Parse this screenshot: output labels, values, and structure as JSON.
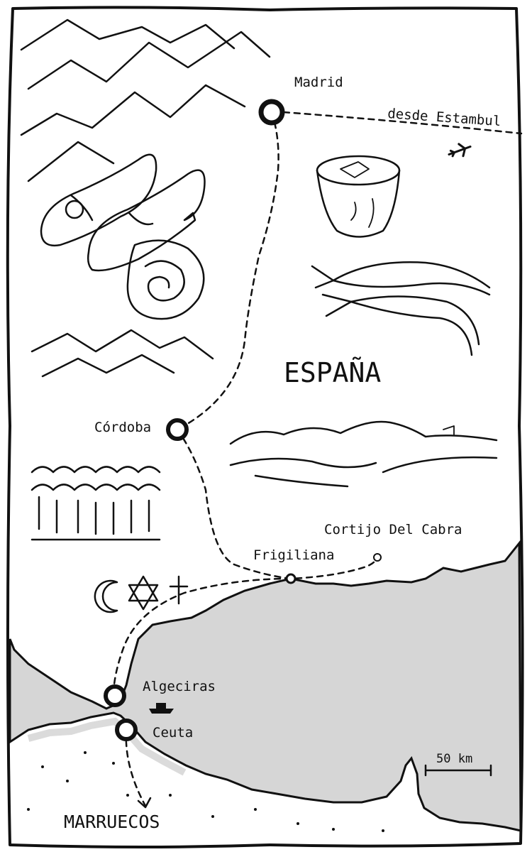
{
  "map": {
    "country_label": "ESPAÑA",
    "neighbor_label": "MARRUECOS",
    "scale_label": "50 km",
    "cities": {
      "madrid": "Madrid",
      "cordoba": "Córdoba",
      "frigiliana": "Frigiliana",
      "cortijo": "Cortijo Del Cabra",
      "algeciras": "Algeciras",
      "ceuta": "Ceuta"
    },
    "flight_label": "desde Estambul"
  },
  "colors": {
    "ink": "#111111",
    "sea": "#d6d6d6",
    "paper": "#ffffff"
  },
  "icons": [
    "mountain-icon",
    "flamenco-shoes-icon",
    "rose-icon",
    "drink-glass-icon",
    "prawns-icon",
    "mosque-arches-icon",
    "crescent-icon",
    "star-of-david-icon",
    "cross-icon",
    "airplane-icon",
    "boat-icon",
    "hills-village-icon"
  ]
}
